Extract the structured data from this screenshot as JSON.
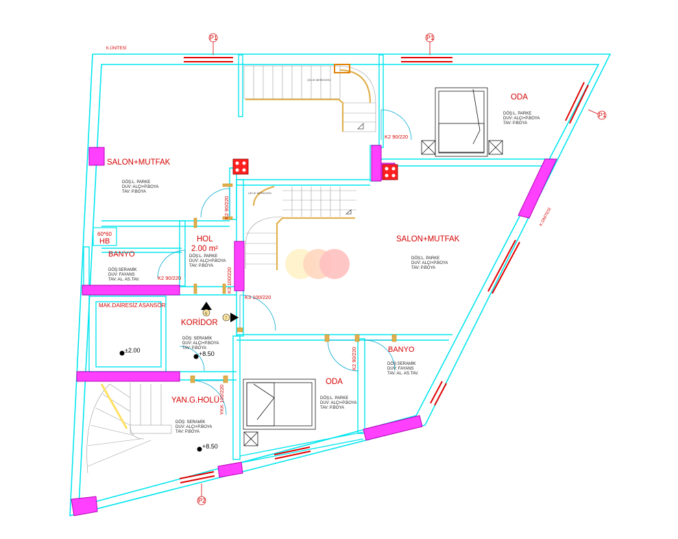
{
  "rooms": {
    "salon_left": "SALON+MUTFAK",
    "salon_left_specs": [
      "DÖŞ:L. PARKE",
      "DUV: ALÇI+P.BOYA",
      "TAV: P.BOYA"
    ],
    "oda_top": "ODA",
    "oda_top_specs": [
      "DÖŞ:L. PARKE",
      "DUV: ALÇI+P.BOYA",
      "TAV: P.BOYA"
    ],
    "salon_center": "SALON+MUTFAK",
    "salon_center_specs": [
      "DÖŞ:L. PARKE",
      "DUV: ALÇI+P.BOYA",
      "TAV: P.BOYA"
    ],
    "hol": "HOL",
    "hol_area": "2.00 m²",
    "hol_specs": [
      "DÖŞ:L. PARKE",
      "DUV: ALÇI+P.BOYA",
      "TAV: P.BOYA"
    ],
    "banyo_left": "BANYO",
    "banyo_left_specs": [
      "DÖŞ:SERAMİK",
      "DUV: FAYANS",
      "TAV: AL. AS.TAV."
    ],
    "hb": "HB",
    "hb_size": "60*60",
    "asansor": "MAK.DAİRESİZ ASANSÖR",
    "koridor": "KORİDOR",
    "koridor_specs": [
      "DÖŞ: SERAMİK",
      "DUV: ALÇI+P.BOYA",
      "TAV: P.BOYA"
    ],
    "yan_g_holu": "YAN.G.HOLÜ",
    "yan_specs": [
      "DÖŞ: SERAMİK",
      "DUV: ALÇI+P.BOYA",
      "TAV: P.BOYA"
    ],
    "oda_bottom": "ODA",
    "oda_bottom_specs": [
      "DÖŞ:L. PARKE",
      "DUV: ALÇI+P.BOYA",
      "TAV: P.BOYA"
    ],
    "banyo_right": "BANYO",
    "banyo_right_specs": [
      "DÖŞ:SERAMİK",
      "DUV: FAYANS",
      "TAV: AL. AS.TAV."
    ]
  },
  "labels": {
    "k_unitesi_top": "K.ÜNİTESİ",
    "k_unitesi_right": "K.ÜNİTESİ",
    "celik_merdiven_top": "ÇELİK MERDİVEN",
    "celik_merdiven_mid": "ÇELİK MERDİVEN",
    "p1_a": "P1",
    "p1_b": "P1",
    "p1_c": "P1",
    "p2_bottom": "P2",
    "door_k2_top": "K2 90/220",
    "door_k2_hol": "K2 90/220",
    "door_k2_vertical": "K2 90/220",
    "door_k3_vertical": "K3 100/220",
    "door_k3": "K3 100/220",
    "door_k2_banyo": "K2 90/220",
    "door_ykk": "YKK 100/220",
    "level_asansor": "±2.00",
    "level_koridor": "+8.50",
    "level_yan": "+8.50",
    "marker_6": "6",
    "marker_7": "7"
  },
  "colors": {
    "wall_outline": "#00e5ee",
    "column": "#e000e0",
    "window": "#e00000",
    "stair": "#e0b050",
    "text_red": "#d40000"
  }
}
